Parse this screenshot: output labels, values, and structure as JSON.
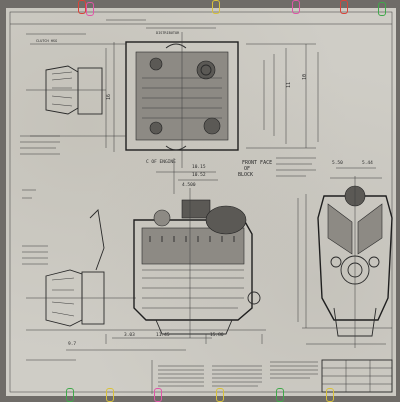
{
  "labels": {
    "top_center_note": "C OF ENGINE",
    "front_face_line1": "FRONT FACE",
    "front_face_line2": "OF",
    "front_face_line3": "BLOCK",
    "dim_1015": "10.15",
    "dim_1052": "10.52",
    "dim_4500": "4.500",
    "dim_550": "5.50",
    "dim_544": "5.44",
    "dim_303": "3.03",
    "dim_1145": "11.45",
    "dim_1580": "15.80",
    "dim_97": "9.7",
    "dim_1": "1"
  },
  "colors": {
    "paper": "#cfcdc6",
    "ink": "#2c2c2c",
    "clip_red": "#d9443a",
    "clip_pink": "#e055a8",
    "clip_green": "#3fa84a",
    "clip_yellow": "#d9c23a"
  }
}
